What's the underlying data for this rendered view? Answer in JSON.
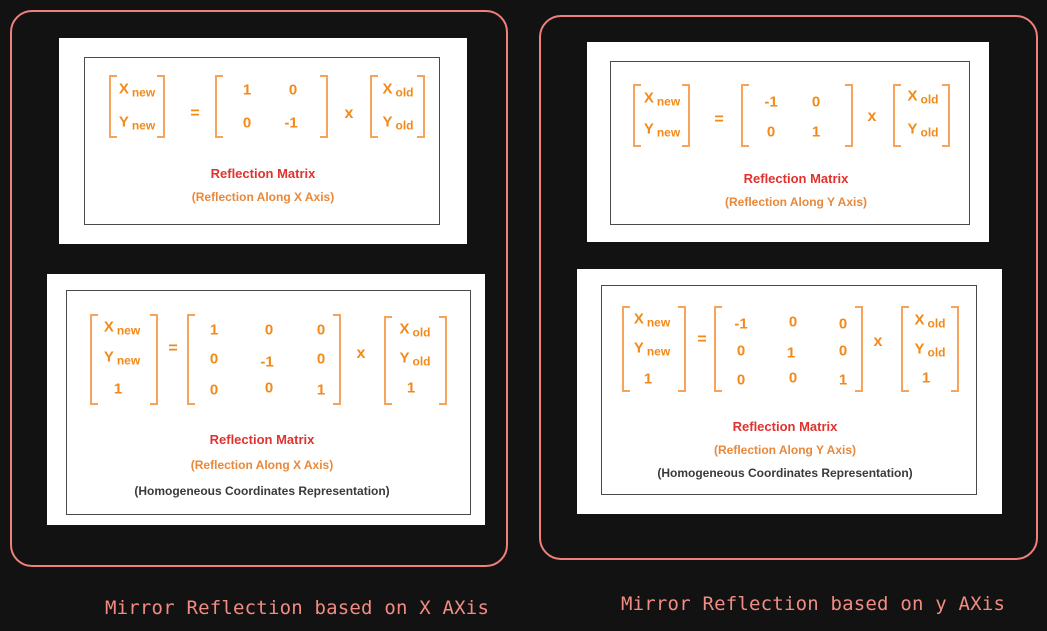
{
  "panels": [
    {
      "caption": "Mirror Reflection based on X AXis",
      "basic": {
        "lhs": [
          [
            "X",
            "new"
          ],
          [
            "Y",
            "new"
          ]
        ],
        "matrix": [
          [
            "1",
            "0"
          ],
          [
            "0",
            "-1"
          ]
        ],
        "rhs": [
          [
            "X",
            "old"
          ],
          [
            "Y",
            "old"
          ]
        ],
        "equals": "=",
        "times": "x",
        "title": "Reflection Matrix",
        "subtitle": "(Reflection Along X Axis)"
      },
      "homogeneous": {
        "lhs": [
          [
            "X",
            "new"
          ],
          [
            "Y",
            "new"
          ],
          [
            "1",
            ""
          ]
        ],
        "matrix": [
          [
            "1",
            "0",
            "0"
          ],
          [
            "0",
            "-1",
            "0"
          ],
          [
            "0",
            "0",
            "1"
          ]
        ],
        "rhs": [
          [
            "X",
            "old"
          ],
          [
            "Y",
            "old"
          ],
          [
            "1",
            ""
          ]
        ],
        "equals": "=",
        "times": "x",
        "title": "Reflection Matrix",
        "subtitle": "(Reflection Along X Axis)",
        "note": "(Homogeneous Coordinates Representation)"
      }
    },
    {
      "caption": "Mirror Reflection based on y AXis",
      "basic": {
        "lhs": [
          [
            "X",
            "new"
          ],
          [
            "Y",
            "new"
          ]
        ],
        "matrix": [
          [
            "-1",
            "0"
          ],
          [
            "0",
            "1"
          ]
        ],
        "rhs": [
          [
            "X",
            "old"
          ],
          [
            "Y",
            "old"
          ]
        ],
        "equals": "=",
        "times": "x",
        "title": "Reflection Matrix",
        "subtitle": "(Reflection Along Y Axis)"
      },
      "homogeneous": {
        "lhs": [
          [
            "X",
            "new"
          ],
          [
            "Y",
            "new"
          ],
          [
            "1",
            ""
          ]
        ],
        "matrix": [
          [
            "-1",
            "0",
            "0"
          ],
          [
            "0",
            "1",
            "0"
          ],
          [
            "0",
            "0",
            "1"
          ]
        ],
        "rhs": [
          [
            "X",
            "old"
          ],
          [
            "Y",
            "old"
          ],
          [
            "1",
            ""
          ]
        ],
        "equals": "=",
        "times": "x",
        "title": "Reflection Matrix",
        "subtitle": "(Reflection Along Y Axis)",
        "note": "(Homogeneous Coordinates Representation)"
      }
    }
  ],
  "colors": {
    "frame": "#f0807a",
    "matrix_text": "#f28a1a",
    "title": "#e0322e",
    "subtitle": "#e9883a"
  }
}
